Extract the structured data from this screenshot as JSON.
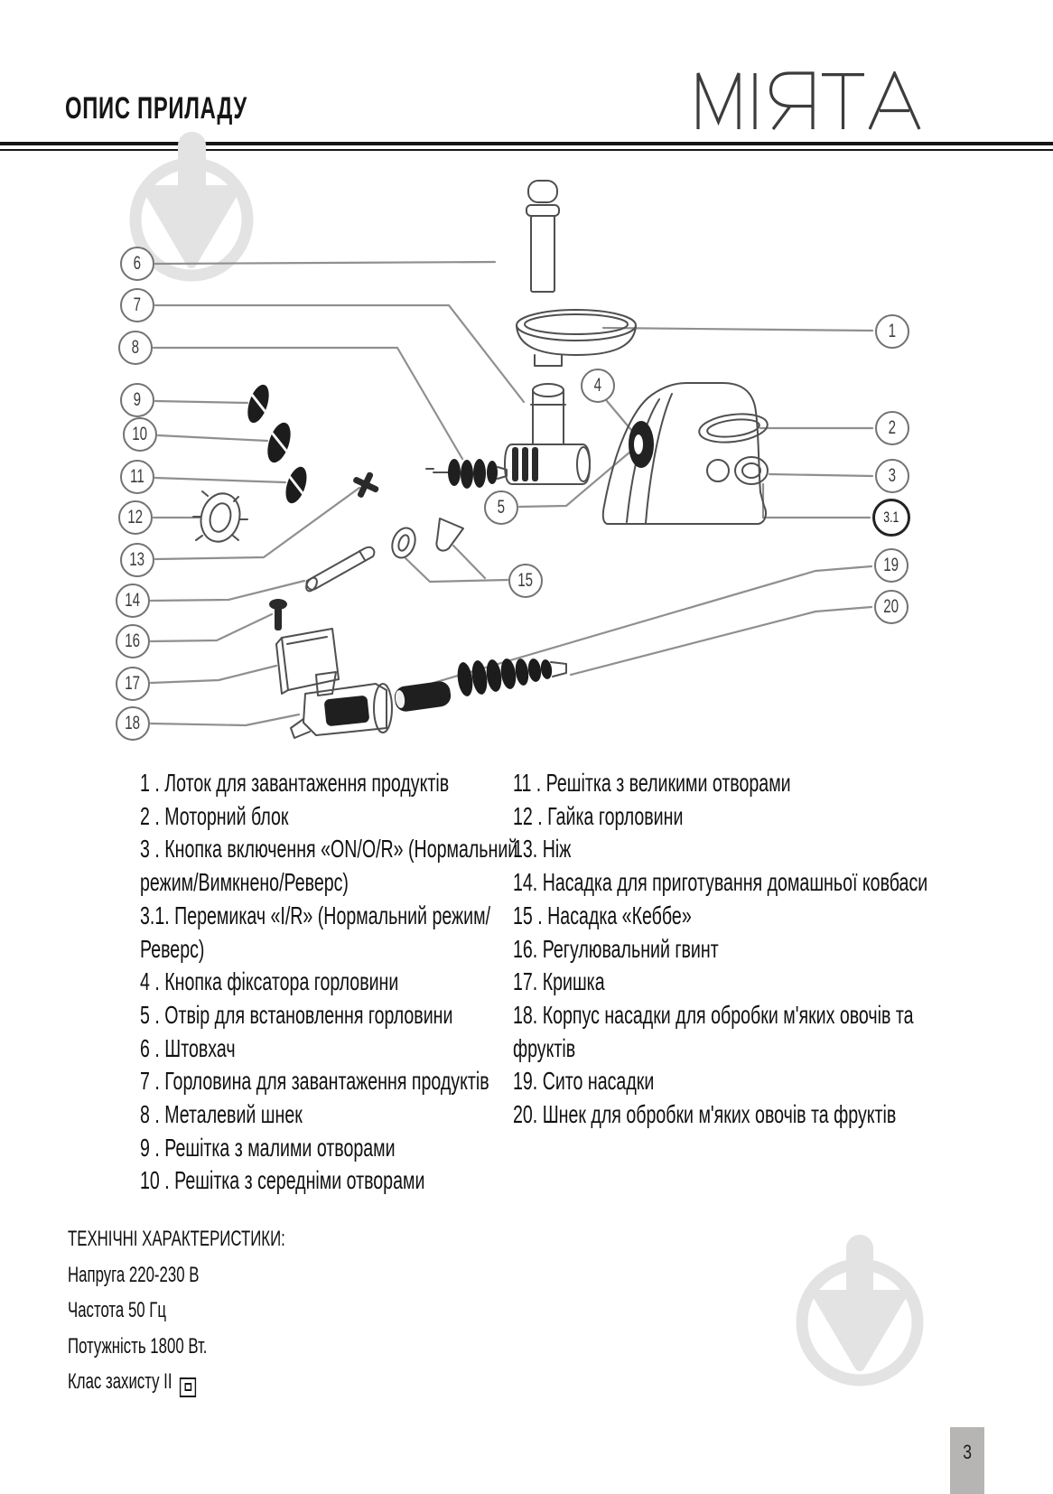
{
  "header": {
    "section_title": "ОПИС ПРИЛАДУ",
    "brand": "MIRTA"
  },
  "diagram": {
    "callout_labels": [
      "1",
      "2",
      "3",
      "3.1",
      "4",
      "5",
      "6",
      "7",
      "8",
      "9",
      "10",
      "11",
      "12",
      "13",
      "14",
      "15",
      "16",
      "17",
      "18",
      "19",
      "20"
    ]
  },
  "parts_list": {
    "left_lines": [
      "1 . Лоток для завантаження продуктів",
      "2 . Моторний блок",
      "3 . Кнопка включення «ON/O/R» (Нормальний",
      "режим/Вимкнено/Реверс)",
      "3.1. Перемикач «I/R» (Нормальний режим/",
      "Реверс)",
      "4 . Кнопка фіксатора горловини",
      "5 . Отвір для встановлення горловини",
      "6 . Штовхач",
      "7 . Горловина для завантаження продуктів",
      "8 . Металевий шнек",
      "9 . Решітка з малими отворами",
      "10 . Решітка з середніми отворами"
    ],
    "right_lines": [
      "11 . Решітка з великими отворами",
      "12 . Гайка горловини",
      "13. Ніж",
      "14. Насадка для приготування домашньої ковбаси",
      "15 . Насадка «Кеббе»",
      "16. Регулювальний гвинт",
      "17. Кришка",
      "18. Корпус насадки для обробки м'яких овочів та",
      "фруктів",
      "19. Сито насадки",
      "20. Шнек для обробки м'яких овочів та фруктів"
    ]
  },
  "specs": {
    "heading": "ТЕХНІЧНІ ХАРАКТЕРИСТИКИ:",
    "lines": [
      "Напруга 220-230 В",
      "Частота 50 Гц",
      "Потужність 1800 Вт.",
      "Клас захисту II"
    ]
  },
  "footer": {
    "page_number": "3"
  }
}
